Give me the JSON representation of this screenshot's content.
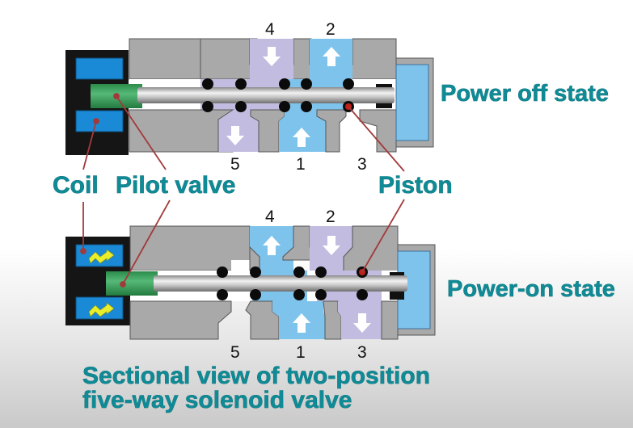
{
  "diagram": {
    "title_line1": "Sectional view of two-position",
    "title_line2": "five-way solenoid valve",
    "labels": {
      "coil": "Coil",
      "pilot_valve": "Pilot valve",
      "piston": "Piston"
    },
    "states": [
      {
        "name": "Power off state",
        "ports_top": [
          "4",
          "2"
        ],
        "ports_bottom": [
          "5",
          "1",
          "3"
        ],
        "coil_energized": false
      },
      {
        "name": "Power-on state",
        "ports_top": [
          "4",
          "2"
        ],
        "ports_bottom": [
          "5",
          "1",
          "3"
        ],
        "coil_energized": true
      }
    ],
    "colors": {
      "label_text": "#0e8b96",
      "body_gray": "#a9a9a9",
      "coil_blue": "#1a8ad6",
      "pilot_green": "#2e9a52",
      "pressure_blue": "#7ec3ec",
      "exhaust_purple": "#c2bde0",
      "leader_line": "#a33a3a"
    }
  }
}
